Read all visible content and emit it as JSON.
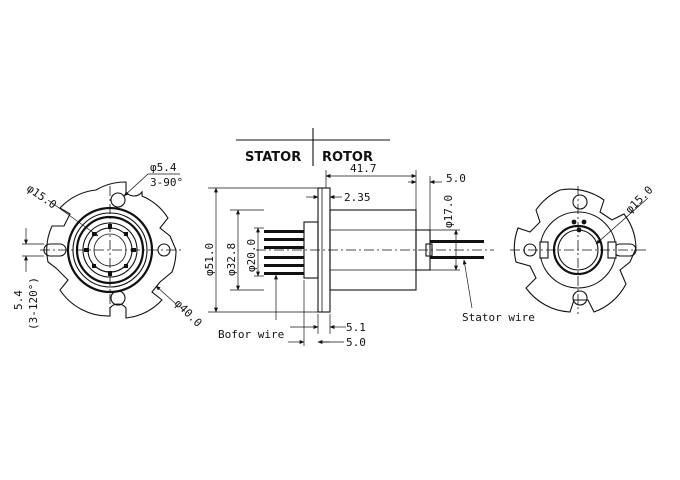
{
  "header": {
    "stator": "STATOR",
    "rotor": "ROTOR"
  },
  "front_view": {
    "hole_dia": "φ5.4",
    "hole_angle": "3-90°",
    "bore_dia": "φ15.0",
    "outer_dia": "φ40.0",
    "slot_width": "5.4",
    "slot_angle": "(3-120°)"
  },
  "side_view": {
    "length": "41.7",
    "flange_thk": "2.35",
    "shaft_len": "5.0",
    "body_dia": "φ51.0",
    "flange_inner_dia": "φ32.8",
    "pin_dia": "φ20.0",
    "shaft_dia": "φ17.0",
    "lead_len": "5.1",
    "lead_gap": "5.0",
    "bofor_wire": "Bofor wire",
    "stator_wire": "Stator wire"
  },
  "rear_view": {
    "bore_dia": "φ15.0"
  }
}
